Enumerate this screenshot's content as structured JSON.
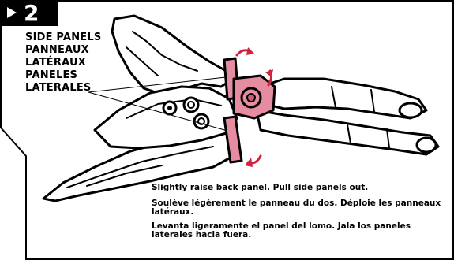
{
  "step": {
    "number": "2"
  },
  "labels": {
    "side_panels": [
      "SIDE PANELS",
      "PANNEAUX",
      "LATÉRAUX",
      "PANELES",
      "LATERALES"
    ]
  },
  "instructions": {
    "en": "Slightly raise back panel. Pull side panels out.",
    "fr": "Soulève légèrement le panneau du dos. Déploie les panneaux latéraux.",
    "es": "Levanta ligeramente el panel del lomo. Jala los paneles laterales hacia fuera."
  },
  "colors": {
    "highlight": "#e58ca0",
    "highlight_dark": "#c85f7a",
    "outline": "#000000",
    "arrow": "#d0233f"
  }
}
